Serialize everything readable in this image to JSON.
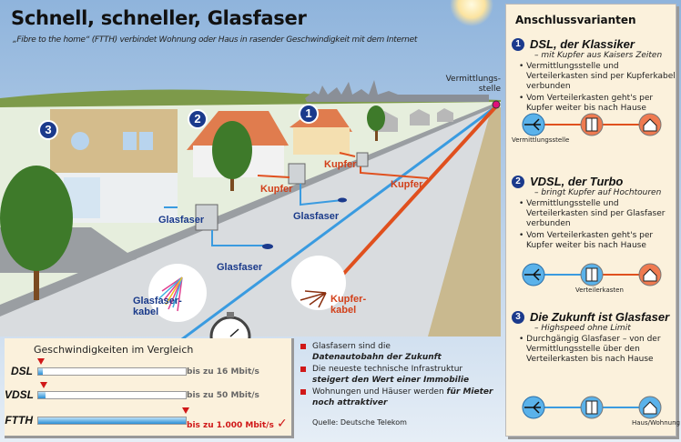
{
  "header": {
    "title": "Schnell, schneller, Glasfaser",
    "subtitle": "„Fibre to the home“ (FTTH) verbindet Wohnung oder Haus in rasender Geschwindigkeit mit dem Internet"
  },
  "scene": {
    "exchange_label": "Vermittlungs-stelle",
    "house_numbers": [
      "1",
      "2",
      "3"
    ],
    "labels": {
      "glasfaser": "Glasfaser",
      "kupfer": "Kupfer",
      "glasfaserkabel": "Glasfaser-kabel",
      "kupferkabel": "Kupfer-kabel"
    }
  },
  "panel": {
    "title": "Anschlussvarianten",
    "sections": [
      {
        "num": "1",
        "heading": "DSL, der Klassiker",
        "sub": "– mit Kupfer aus Kaisers Zeiten",
        "bullets": [
          "Vermittlungsstelle und Verteilerkasten sind per Kupferkabel verbunden",
          "Vom Verteilerkasten geht's per Kupfer weiter bis nach Hause"
        ],
        "diagram_label": "Vermittlungsstelle",
        "links": [
          "copper",
          "copper"
        ]
      },
      {
        "num": "2",
        "heading": "VDSL, der Turbo",
        "sub": "– bringt Kupfer auf Hochtouren",
        "bullets": [
          "Vermittlungsstelle und Verteilerkasten sind per Glasfaser verbunden",
          "Vom Verteilerkasten geht's per Kupfer weiter bis nach Hause"
        ],
        "diagram_label": "Verteilerkasten",
        "links": [
          "fiber",
          "copper"
        ]
      },
      {
        "num": "3",
        "heading": "Die Zukunft ist Glasfaser",
        "sub": "– Highspeed ohne Limit",
        "bullets": [
          "Durchgängig Glasfaser – von der Vermittlungsstelle über den Verteilerkasten bis nach Hause"
        ],
        "diagram_label": "Haus/Wohnung",
        "links": [
          "fiber",
          "fiber"
        ]
      }
    ]
  },
  "speeds": {
    "title": "Geschwindigkeiten im Vergleich",
    "rows": [
      {
        "label": "DSL",
        "value": "bis zu 16 Mbit/s",
        "mbit": 16
      },
      {
        "label": "VDSL",
        "value": "bis zu 50 Mbit/s",
        "mbit": 50
      },
      {
        "label": "FTTH",
        "value": "bis zu 1.000 Mbit/s",
        "mbit": 1000
      }
    ],
    "max_mbit": 1000
  },
  "facts": {
    "items": [
      {
        "plain": "Glasfasern sind die",
        "bold": "Datenautobahn der Zukunft"
      },
      {
        "plain": "Die neueste technische Infrastruktur",
        "bold": "steigert den Wert einer Immobilie"
      },
      {
        "plain": "Wohnungen und Häuser werden",
        "bold": "für Mieter noch attraktiver"
      }
    ],
    "source": "Quelle: Deutsche Telekom"
  },
  "colors": {
    "fiber": "#3a9be0",
    "copper": "#e0501e",
    "navy": "#1b3a8c",
    "panel": "#fbf1dc",
    "red": "#d01818"
  }
}
